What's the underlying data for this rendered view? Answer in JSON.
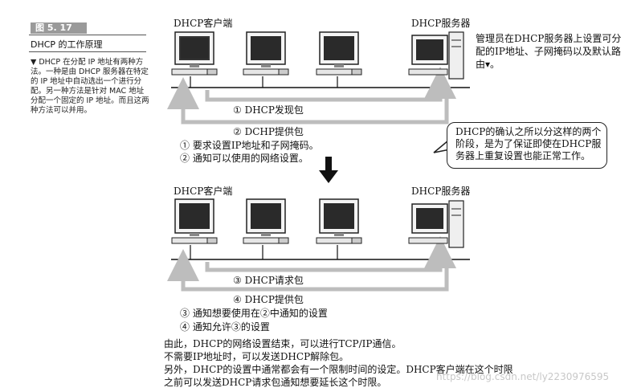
{
  "sidebar": {
    "figure_label": "图 5. 17",
    "figure_title": "DHCP 的工作原理",
    "description": "▼ DHCP 在分配 IP 地址有两种方法。一种是由 DHCP 服务器在特定的 IP 地址中自动选出一个进行分配。另一种方法是针对 MAC 地址分配一个固定的 IP 地址。而且这两种方法可以并用。"
  },
  "top_section": {
    "client_label": "DHCP客户端",
    "server_label": "DHCP服务器",
    "server_note": "管理员在DHCP服务器上设置可分配的IP地址、子网掩码以及默认路由▾。",
    "step1": "① DHCP发现包",
    "step2": "② DCHP提供包",
    "notes": [
      "① 要求设置IP地址和子网掩码。",
      "② 通知可以使用的网络设置。"
    ]
  },
  "bubble": {
    "text": "DHCP的确认之所以分这样的两个阶段，是为了保证即使在DHCP服务器上重复设置也能正常工作。"
  },
  "bottom_section": {
    "client_label": "DHCP客户端",
    "server_label": "DHCP服务器",
    "step3": "③ DHCP请求包",
    "step4": "④ DHCP提供包",
    "notes": [
      "③ 通知想要使用在②中通知的设置",
      "④ 通知允许③的设置"
    ]
  },
  "footer": {
    "lines": [
      "由此，DHCP的网络设置结束，可以进行TCP/IP通信。",
      "不需要IP地址时，可以发送DHCP解除包。",
      "另外，DHCP的设置中通常都会有一个限制时间的设定。DHCP客户端在这个时限",
      "之前可以发送DHCP请求包通知想要延长这个时限。"
    ]
  },
  "watermark": "https://blog.csdn.net/ly2230976595",
  "colors": {
    "arrow": "#bdbdbd",
    "line": "#111111",
    "screen": "#2a2a2a"
  }
}
